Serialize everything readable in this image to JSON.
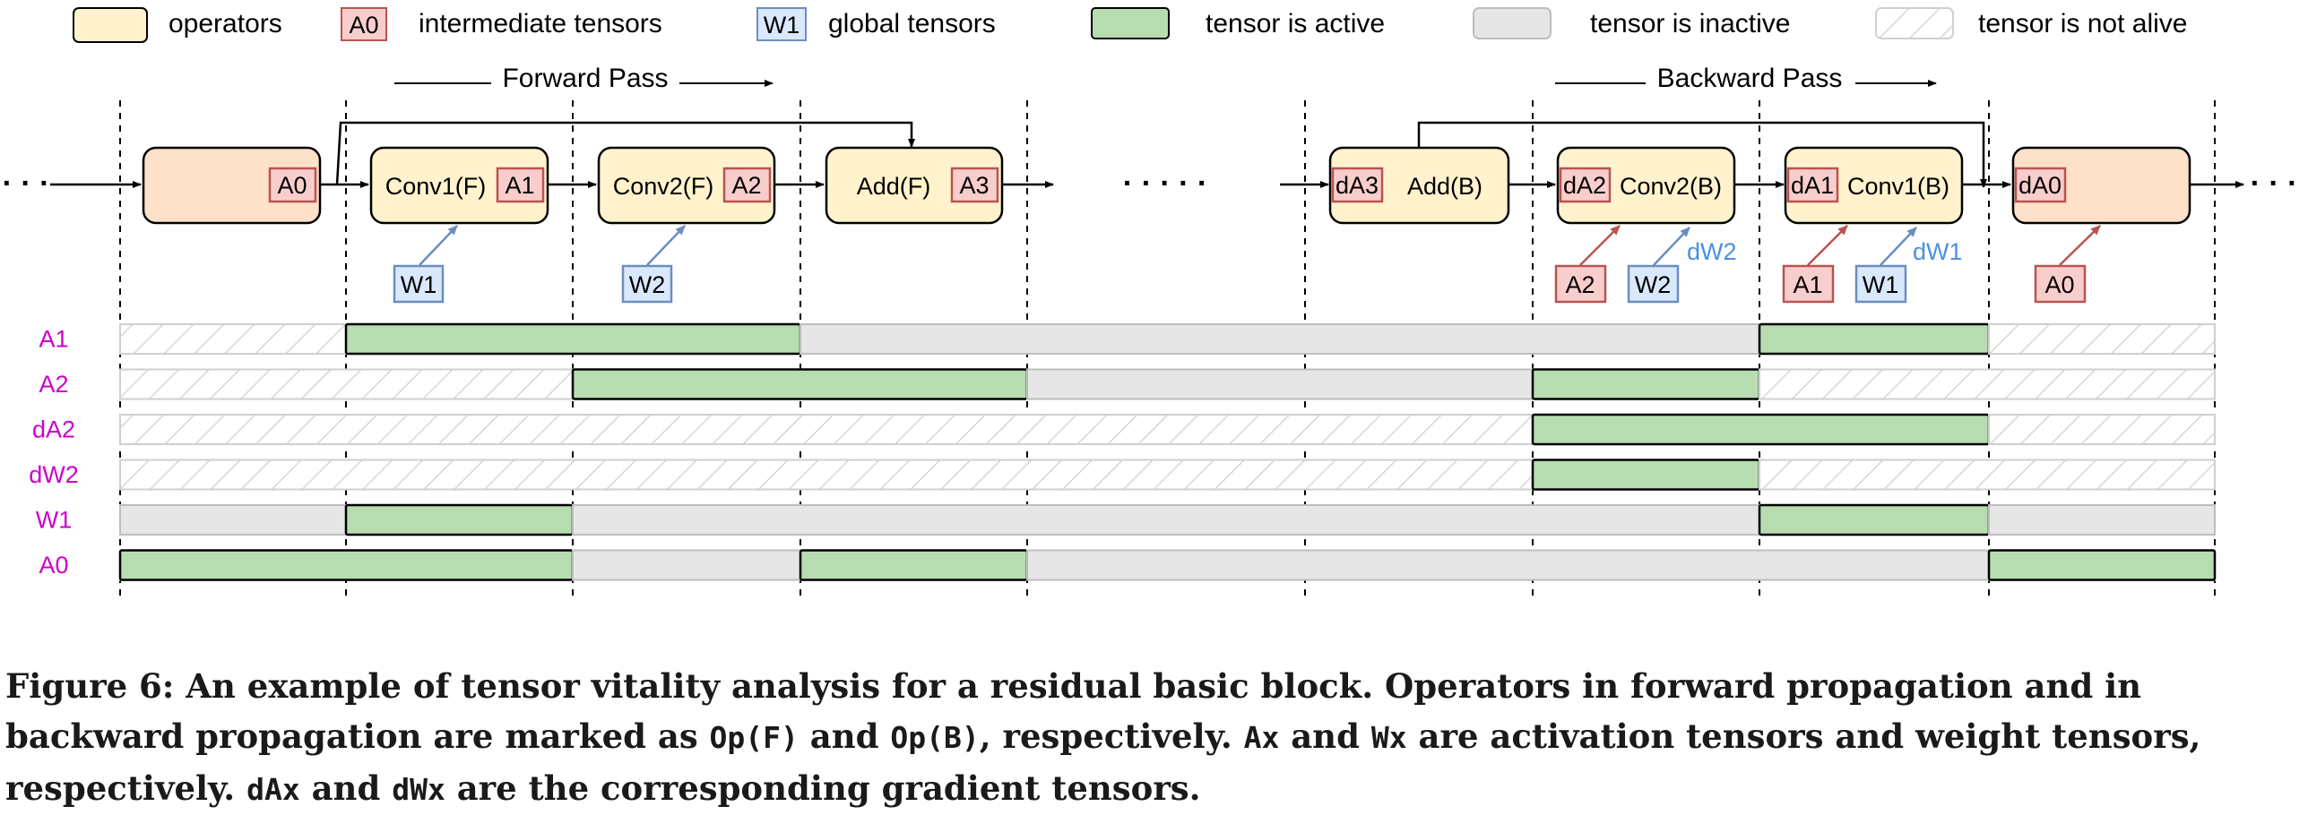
{
  "legend": {
    "operators": "operators",
    "intermediate_tag": "A0",
    "intermediate": "intermediate tensors",
    "global_tag": "W1",
    "global": "global tensors",
    "active": "tensor is active",
    "inactive": "tensor is inactive",
    "not_alive": "tensor is not alive"
  },
  "passes": {
    "forward": "Forward Pass",
    "backward": "Backward Pass"
  },
  "ellipsis": {
    "left": "· · ·",
    "middle": "· · · · ·",
    "right": "· · ·"
  },
  "operators": [
    {
      "label": "",
      "out": "A0"
    },
    {
      "label": "Conv1(F)",
      "out": "A1",
      "weight": "W1"
    },
    {
      "label": "Conv2(F)",
      "out": "A2",
      "weight": "W2"
    },
    {
      "label": "Add(F)",
      "out": "A3"
    },
    {
      "label": "Add(B)",
      "in": "dA3"
    },
    {
      "label": "Conv2(B)",
      "in": "dA2",
      "act": "A2",
      "weight": "W2",
      "grad": "dW2"
    },
    {
      "label": "Conv1(B)",
      "in": "dA1",
      "act": "A1",
      "weight": "W1",
      "grad": "dW1"
    },
    {
      "label": "",
      "in": "dA0",
      "act": "A0"
    }
  ],
  "timeline": {
    "slots": 10,
    "rows": [
      {
        "name": "A1",
        "states": [
          "not_alive",
          "active",
          "active",
          "inactive",
          "inactive",
          "inactive",
          "inactive",
          "active",
          "not_alive"
        ]
      },
      {
        "name": "A2",
        "states": [
          "not_alive",
          "not_alive",
          "active",
          "active",
          "inactive",
          "inactive",
          "active",
          "not_alive",
          "not_alive"
        ]
      },
      {
        "name": "dA2",
        "states": [
          "not_alive",
          "not_alive",
          "not_alive",
          "not_alive",
          "not_alive",
          "not_alive",
          "active",
          "active",
          "not_alive"
        ]
      },
      {
        "name": "dW2",
        "states": [
          "not_alive",
          "not_alive",
          "not_alive",
          "not_alive",
          "not_alive",
          "not_alive",
          "active",
          "not_alive",
          "not_alive"
        ]
      },
      {
        "name": "W1",
        "states": [
          "inactive",
          "active",
          "inactive",
          "inactive",
          "inactive",
          "inactive",
          "inactive",
          "active",
          "inactive"
        ]
      },
      {
        "name": "A0",
        "states": [
          "active",
          "active",
          "inactive",
          "active",
          "inactive",
          "inactive",
          "inactive",
          "inactive",
          "active"
        ]
      }
    ]
  },
  "colors": {
    "operator_fill": "#fff2cc",
    "operator_fill_edge": "#fde1c8",
    "intermediate_fill": "#f8cecc",
    "intermediate_stroke": "#b85450",
    "global_fill": "#dae8fc",
    "global_stroke": "#6c8ebf",
    "active_fill": "#b6dcb0",
    "inactive_fill": "#e6e6e6",
    "row_label": "#cc00cc",
    "grad_label": "#4a90e2"
  },
  "caption": {
    "p1": "Figure 6: An example of tensor vitality analysis for a residual basic block. Operators in forward propagation and in backward propagation are marked as ",
    "c1": "Op(F)",
    "p2": " and ",
    "c2": "Op(B)",
    "p3": ", respectively. ",
    "c3": "Ax",
    "p4": " and ",
    "c4": "Wx",
    "p5": " are activation tensors and weight tensors, respectively. ",
    "c5": "dAx",
    "p6": " and ",
    "c6": "dWx",
    "p7": " are the corresponding gradient tensors."
  }
}
